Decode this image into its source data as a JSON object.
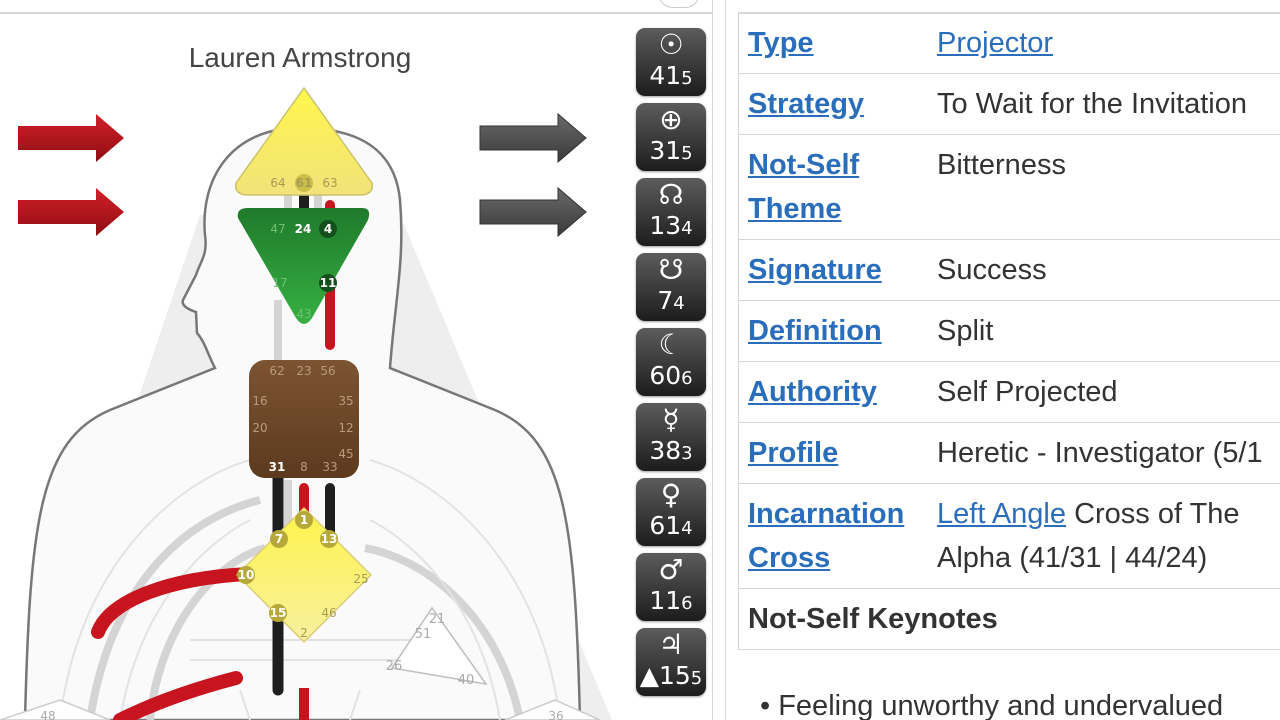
{
  "bodygraph": {
    "name": "Lauren Armstrong",
    "head_gates": [
      "64",
      "61",
      "63"
    ],
    "ajna_gates": [
      "47",
      "24",
      "4",
      "17",
      "11",
      "43"
    ],
    "throat_gates": [
      "62",
      "23",
      "56",
      "16",
      "35",
      "20",
      "12",
      "45",
      "31",
      "8",
      "33"
    ],
    "g_gates": [
      "1",
      "7",
      "13",
      "10",
      "25",
      "15",
      "46",
      "2"
    ],
    "ego_gates": [
      "21",
      "51",
      "26",
      "40"
    ],
    "lower_gates": [
      "48",
      "36"
    ]
  },
  "planets": [
    {
      "icon": "sun-icon",
      "glyph": "☉",
      "gate": "41",
      "line": "5"
    },
    {
      "icon": "earth-icon",
      "glyph": "⊕",
      "gate": "31",
      "line": "5"
    },
    {
      "icon": "north-node-icon",
      "glyph": "☊",
      "gate": "13",
      "line": "4"
    },
    {
      "icon": "south-node-icon",
      "glyph": "☋",
      "gate": "7",
      "line": "4"
    },
    {
      "icon": "moon-icon",
      "glyph": "☾",
      "gate": "60",
      "line": "6"
    },
    {
      "icon": "mercury-icon",
      "glyph": "☿",
      "gate": "38",
      "line": "3"
    },
    {
      "icon": "venus-icon",
      "glyph": "♀",
      "gate": "61",
      "line": "4"
    },
    {
      "icon": "mars-icon",
      "glyph": "♂",
      "gate": "11",
      "line": "6"
    },
    {
      "icon": "jupiter-icon",
      "glyph": "♃",
      "gate": "▲15",
      "line": "5"
    }
  ],
  "colors": {
    "personality_red": "#c8141e",
    "design_black": "#1e1e1e",
    "head_yellow": "#fff34a",
    "ajna_green": "#1e8a2d",
    "throat_brown": "#6e4526",
    "link_blue": "#2a6ebb"
  },
  "info": {
    "type_label": "Type",
    "type_value": "Projector",
    "strategy_label": "Strategy",
    "strategy_value": "To Wait for the Invitation",
    "notself_label_1": "Not-Self",
    "notself_label_2": "Theme",
    "notself_value": "Bitterness",
    "signature_label": "Signature",
    "signature_value": "Success",
    "definition_label": "Definition",
    "definition_value": "Split",
    "authority_label": "Authority",
    "authority_value": "Self Projected",
    "profile_label": "Profile",
    "profile_value": "Heretic - Investigator (5/1",
    "cross_label_1": "Incarnation",
    "cross_label_2": "Cross",
    "cross_link": "Left Angle",
    "cross_value_1": "Cross of The",
    "cross_value_2": "Alpha (41/31 | 44/24)",
    "keynotes_title": "Not-Self Keynotes",
    "keynote_1": "Feeling unworthy and undervalued"
  }
}
